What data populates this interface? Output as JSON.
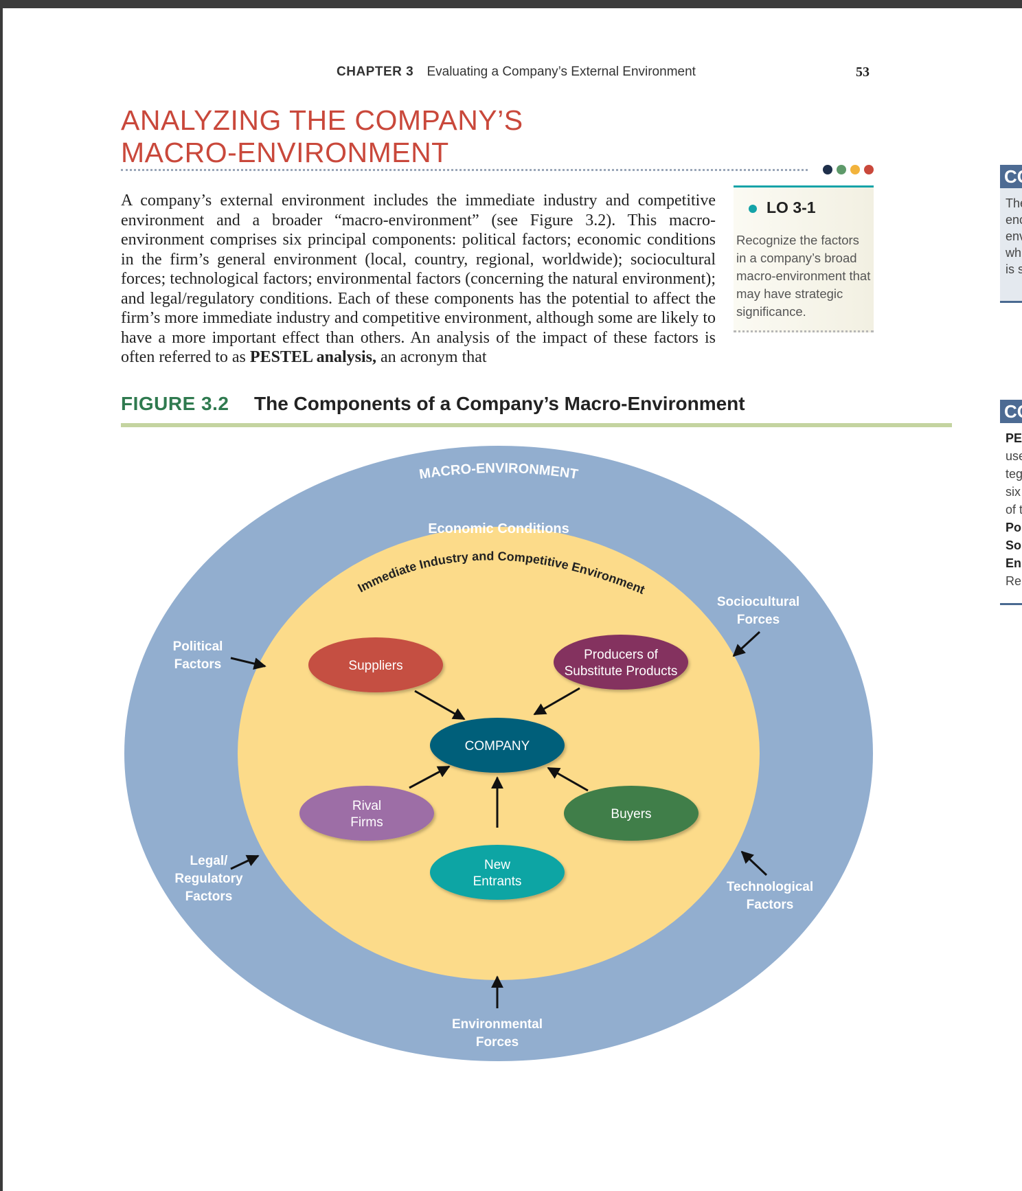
{
  "header": {
    "chapter": "CHAPTER 3",
    "chapter_title": "Evaluating a Company’s External Environment",
    "page_number": "53"
  },
  "section": {
    "title_line1": "ANALYZING THE COMPANY’S",
    "title_line2": "MACRO-ENVIRONMENT"
  },
  "colors": {
    "accent_red": "#c9483b",
    "dots": [
      "#1e2f4a",
      "#5e9a6a",
      "#f2b33c",
      "#c9483b"
    ]
  },
  "body": {
    "text_before_bold": "A company’s external environment includes the immediate industry and competitive environment and a broader “macro-environment” (see Figure 3.2). This macro-environment comprises six principal components: political factors; economic conditions in the firm’s general environment (local, country, regional, worldwide); sociocultural forces; technological factors; environmental factors (concerning the natural environment); and legal/regulatory conditions. Each of these components has the potential to affect the firm’s more immediate industry and competitive environment, although some are likely to have a more important effect than others. An analysis of the impact of these factors is often referred to as ",
    "bold_term": "PESTEL analysis,",
    "text_after_bold": " an acronym that"
  },
  "learning_objective": {
    "title": "LO 3-1",
    "text": "Recognize the factors in a company’s broad macro-environment that may have strategic significance."
  },
  "figure": {
    "label": "FIGURE 3.2",
    "title": "The Components of a Company’s Macro-Environment",
    "diagram": {
      "outer_label": "MACRO-ENVIRONMENT",
      "economic": "Economic Conditions",
      "inner_label": "Immediate Industry and Competitive Environment",
      "political_1": "Political",
      "political_2": "Factors",
      "legal_1": "Legal/",
      "legal_2": "Regulatory",
      "legal_3": "Factors",
      "sociocultural_1": "Sociocultural",
      "sociocultural_2": "Forces",
      "technological_1": "Technological",
      "technological_2": "Factors",
      "environmental_1": "Environmental",
      "environmental_2": "Forces",
      "suppliers": "Suppliers",
      "producers_1": "Producers of",
      "producers_2": "Substitute Products",
      "company": "COMPANY",
      "rival_1": "Rival",
      "rival_2": "Firms",
      "buyers": "Buyers",
      "new_1": "New",
      "new_2": "Entrants",
      "colors": {
        "outer": "#92aecf",
        "inner": "#fcdb8a",
        "suppliers": "#c54f42",
        "producers": "#84305e",
        "company": "#005e7a",
        "rival": "#9d6ea6",
        "buyers": "#3f7e48",
        "new_entrants": "#0aa5a4"
      }
    }
  },
  "side_panel": {
    "box1_head": "CO",
    "box1_lines": [
      "The",
      "enc",
      "env",
      "whi",
      "is s"
    ],
    "box2_head": "CO",
    "box2_lines": [
      "PE",
      "use",
      "teg",
      "six",
      "of t",
      "Po",
      "So",
      "En",
      "Re"
    ]
  }
}
